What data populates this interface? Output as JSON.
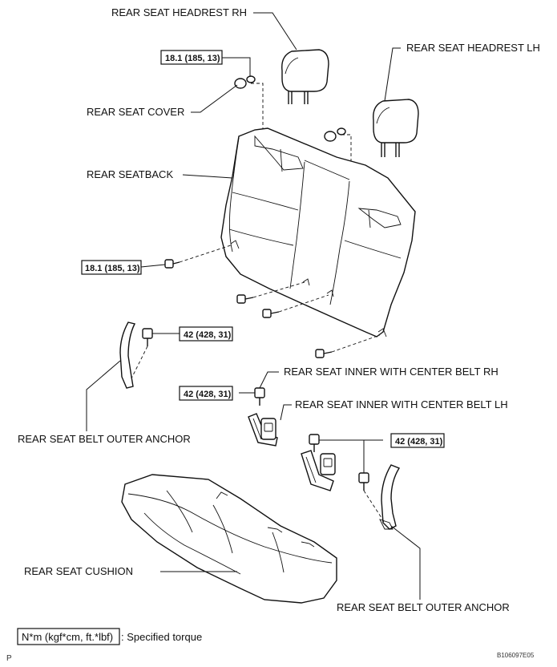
{
  "labels": {
    "headrest_rh": "REAR SEAT HEADREST RH",
    "headrest_lh": "REAR SEAT HEADREST LH",
    "seat_cover": "REAR SEAT COVER",
    "seatback": "REAR SEATBACK",
    "inner_belt_rh": "REAR SEAT INNER WITH CENTER BELT RH",
    "inner_belt_lh": "REAR SEAT INNER WITH CENTER BELT LH",
    "outer_anchor_left": "REAR SEAT BELT OUTER ANCHOR",
    "outer_anchor_right": "REAR SEAT BELT OUTER ANCHOR",
    "cushion": "REAR SEAT CUSHION"
  },
  "torques": {
    "cover_bolt": "18.1 (185, 13)",
    "seatback_bolt": "18.1 (185, 13)",
    "outer_anchor_bolt": "42 (428, 31)",
    "inner_rh_bolt": "42 (428, 31)",
    "inner_lh_bolt": "42 (428, 31)"
  },
  "legend": {
    "unit_box": "N*m (kgf*cm, ft.*lbf)",
    "unit_desc": ": Specified torque"
  },
  "footer": {
    "page_mark": "P",
    "figure_code": "B106097E05"
  }
}
